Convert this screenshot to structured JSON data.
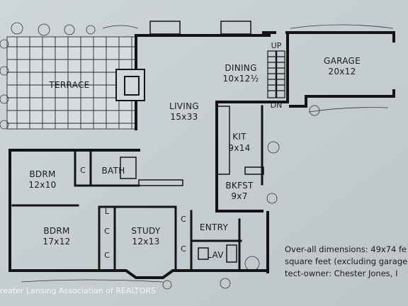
{
  "rooms": {
    "terrace": "TERRACE",
    "living": {
      "name": "LIVING",
      "size": "15x33"
    },
    "dining": {
      "name": "DINING",
      "size": "10x12½"
    },
    "garage": {
      "name": "GARAGE",
      "size": "20x12"
    },
    "kit": {
      "name": "KIT",
      "size": "9x14"
    },
    "bath": "BATH",
    "bdrm1": {
      "name": "BDRM",
      "size": "12x10"
    },
    "bdrm2": {
      "name": "BDRM",
      "size": "17x12"
    },
    "study": {
      "name": "STUDY",
      "size": "12x13"
    },
    "bkfst": {
      "name": "BKFST",
      "size": "9x7"
    },
    "entry": "ENTRY",
    "lav": "LAV",
    "closet": "C",
    "linen": "L"
  },
  "stairs": {
    "up": "UP",
    "down": "DN"
  },
  "notes": [
    "Over-all dimensions: 49x74 fe",
    "square feet (excluding garage",
    "tect-owner: Chester Jones, I"
  ],
  "watermark": "reater Lansing Association of REALTORS"
}
